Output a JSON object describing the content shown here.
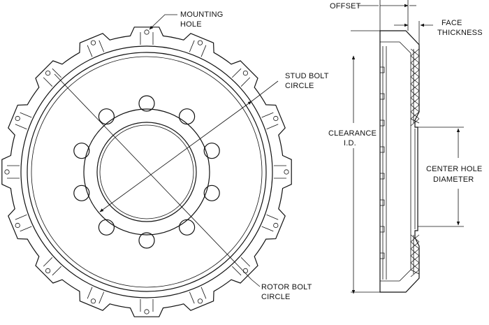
{
  "labels": {
    "mounting_hole": [
      "MOUNTING",
      "HOLE"
    ],
    "stud_bolt_circle": [
      "STUD BOLT",
      "CIRCLE"
    ],
    "rotor_bolt_circle": [
      "ROTOR BOLT",
      "CIRCLE"
    ],
    "offset": "OFFSET",
    "face_thickness": [
      "FACE",
      "THICKNESS"
    ],
    "clearance_id": [
      "CLEARANCE",
      "I.D."
    ],
    "center_hole_diameter": [
      "CENTER HOLE",
      "DIAMETER"
    ]
  },
  "colors": {
    "line": "#111111",
    "background": "#ffffff"
  },
  "stud_hole_count": 10,
  "mounting_lug_count": 16
}
